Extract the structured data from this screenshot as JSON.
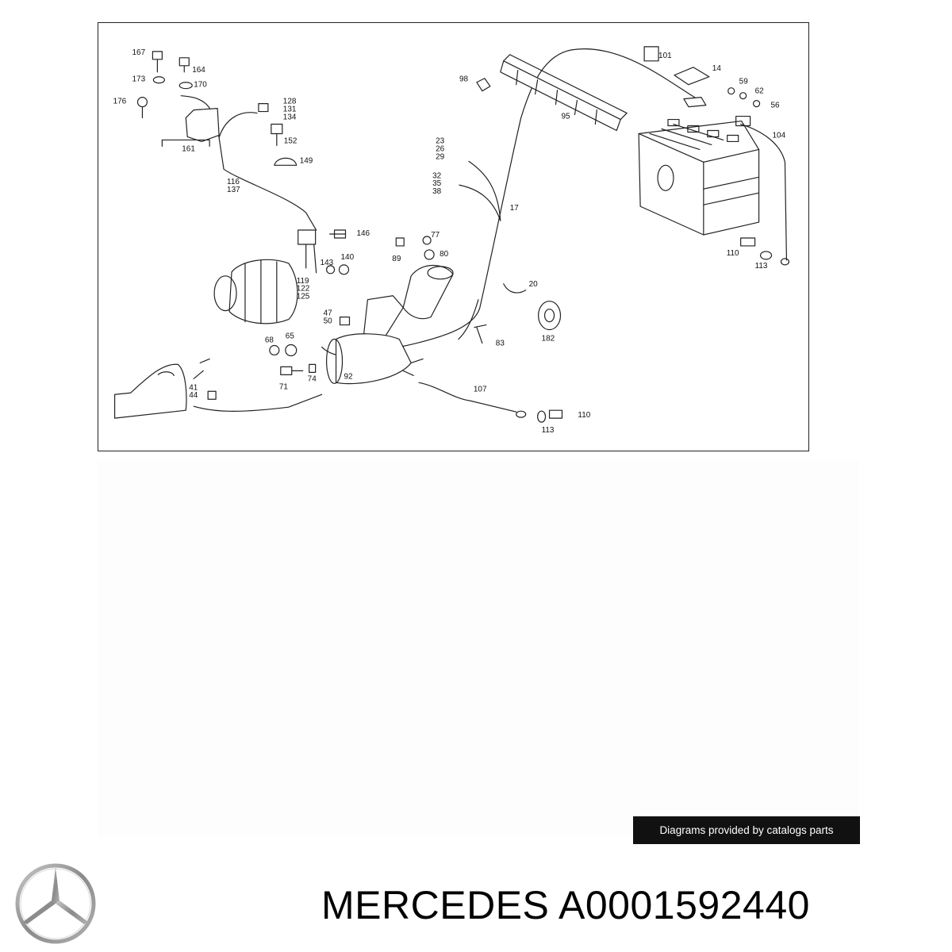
{
  "diagram": {
    "callouts": [
      {
        "id": "c167",
        "text": "167"
      },
      {
        "id": "c164",
        "text": "164"
      },
      {
        "id": "c173",
        "text": "173"
      },
      {
        "id": "c170",
        "text": "170"
      },
      {
        "id": "c176",
        "text": "176"
      },
      {
        "id": "c161",
        "text": "161"
      },
      {
        "id": "c128",
        "text": "128"
      },
      {
        "id": "c131",
        "text": "131"
      },
      {
        "id": "c134",
        "text": "134"
      },
      {
        "id": "c152",
        "text": "152"
      },
      {
        "id": "c149",
        "text": "149"
      },
      {
        "id": "c116",
        "text": "116"
      },
      {
        "id": "c137",
        "text": "137"
      },
      {
        "id": "c146",
        "text": "146"
      },
      {
        "id": "c143",
        "text": "143"
      },
      {
        "id": "c140",
        "text": "140"
      },
      {
        "id": "c119",
        "text": "119"
      },
      {
        "id": "c122",
        "text": "122"
      },
      {
        "id": "c125",
        "text": "125"
      },
      {
        "id": "c98",
        "text": "98"
      },
      {
        "id": "c95",
        "text": "95"
      },
      {
        "id": "c101",
        "text": "101"
      },
      {
        "id": "c14",
        "text": "14"
      },
      {
        "id": "c59",
        "text": "59"
      },
      {
        "id": "c62",
        "text": "62"
      },
      {
        "id": "c56",
        "text": "56"
      },
      {
        "id": "c104",
        "text": "104"
      },
      {
        "id": "c23",
        "text": "23"
      },
      {
        "id": "c26",
        "text": "26"
      },
      {
        "id": "c29",
        "text": "29"
      },
      {
        "id": "c32",
        "text": "32"
      },
      {
        "id": "c35",
        "text": "35"
      },
      {
        "id": "c38",
        "text": "38"
      },
      {
        "id": "c17",
        "text": "17"
      },
      {
        "id": "c77",
        "text": "77"
      },
      {
        "id": "c89",
        "text": "89"
      },
      {
        "id": "c80",
        "text": "80"
      },
      {
        "id": "c20",
        "text": "20"
      },
      {
        "id": "c182",
        "text": "182"
      },
      {
        "id": "c83",
        "text": "83"
      },
      {
        "id": "c47",
        "text": "47"
      },
      {
        "id": "c50",
        "text": "50"
      },
      {
        "id": "c68",
        "text": "68"
      },
      {
        "id": "c65",
        "text": "65"
      },
      {
        "id": "c71",
        "text": "71"
      },
      {
        "id": "c74",
        "text": "74"
      },
      {
        "id": "c92",
        "text": "92"
      },
      {
        "id": "c41",
        "text": "41"
      },
      {
        "id": "c44",
        "text": "44"
      },
      {
        "id": "c107",
        "text": "107"
      },
      {
        "id": "c110a",
        "text": "110"
      },
      {
        "id": "c113a",
        "text": "113"
      },
      {
        "id": "c110b",
        "text": "110"
      },
      {
        "id": "c113b",
        "text": "113"
      }
    ]
  },
  "credit": "Diagrams provided by catalogs parts",
  "brand": {
    "title": "MERCEDES A0001592440",
    "logo_icon": "mercedes-star-icon",
    "logo_color": "#9a9a9a"
  }
}
